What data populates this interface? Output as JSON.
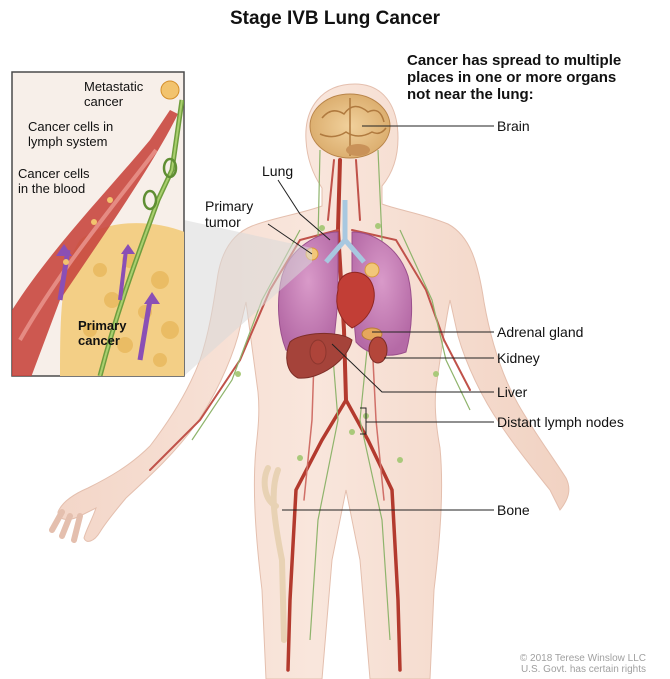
{
  "title": "Stage IVB Lung Cancer",
  "subtitle": [
    "Cancer has spread to multiple",
    "places in one or more organs",
    "not near the lung:"
  ],
  "labels": {
    "brain": "Brain",
    "lung": "Lung",
    "primary_tumor": [
      "Primary",
      "tumor"
    ],
    "adrenal_gland": "Adrenal gland",
    "kidney": "Kidney",
    "liver": "Liver",
    "distant_lymph_nodes": "Distant lymph nodes",
    "bone": "Bone"
  },
  "inset": {
    "metastatic_cancer": [
      "Metastatic",
      "cancer"
    ],
    "lymph_system": [
      "Cancer cells in",
      "lymph system"
    ],
    "blood": [
      "Cancer cells",
      "in the blood"
    ],
    "primary_cancer": [
      "Primary",
      "cancer"
    ]
  },
  "copyright": [
    "© 2018 Terese Winslow LLC",
    "U.S. Govt. has certain rights"
  ]
}
